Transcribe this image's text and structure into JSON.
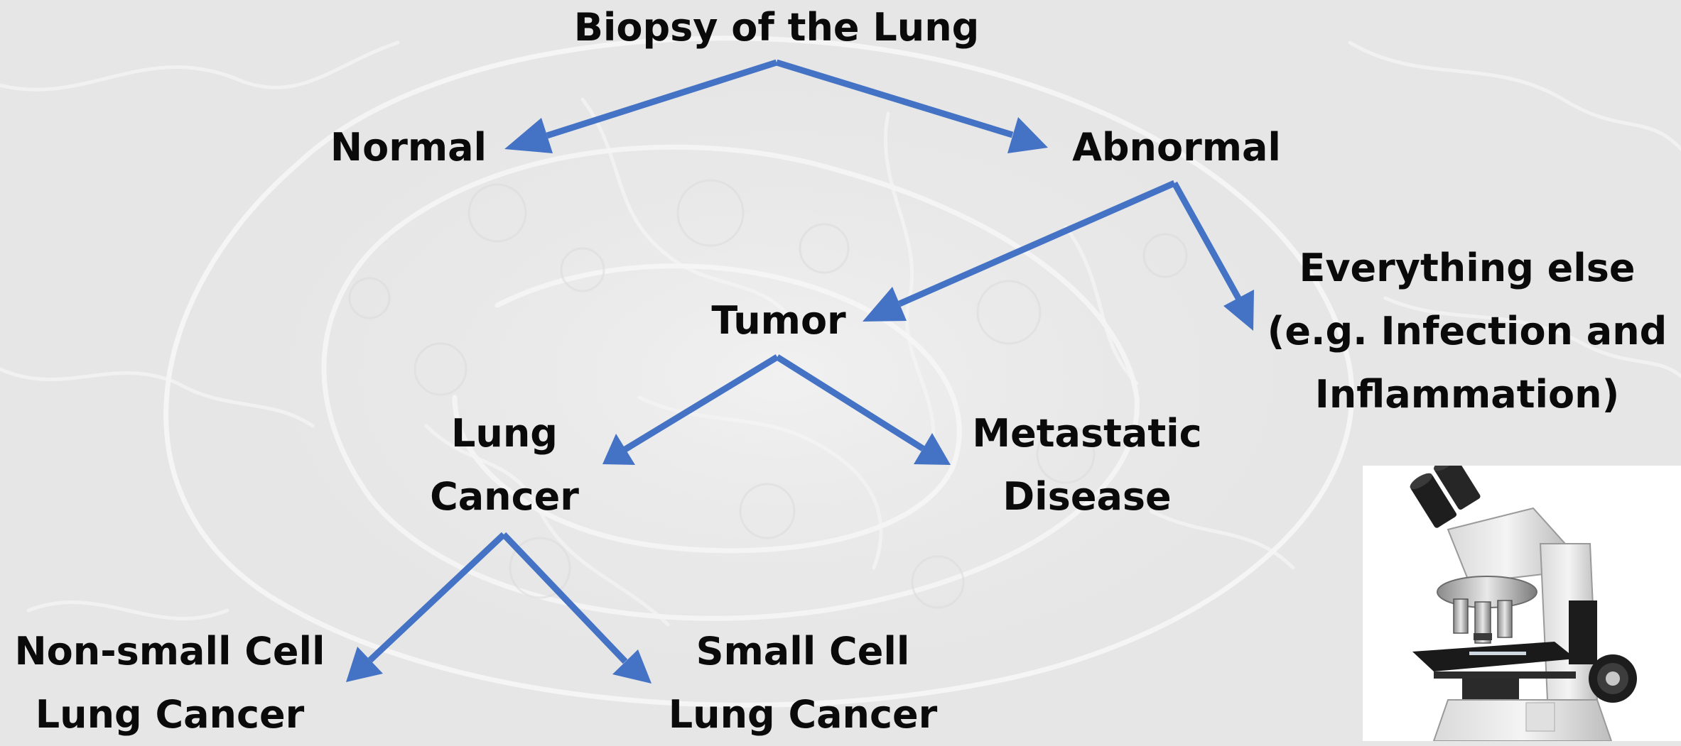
{
  "diagram": {
    "nodes": {
      "biopsy": {
        "lines": [
          "Biopsy of the Lung"
        ]
      },
      "normal": {
        "lines": [
          "Normal"
        ]
      },
      "abnormal": {
        "lines": [
          "Abnormal"
        ]
      },
      "tumor": {
        "lines": [
          "Tumor"
        ]
      },
      "everything_else": {
        "lines": [
          "Everything else",
          "(e.g. Infection and",
          "Inflammation)"
        ]
      },
      "lung_cancer": {
        "lines": [
          "Lung",
          "Cancer"
        ]
      },
      "metastatic": {
        "lines": [
          "Metastatic",
          "Disease"
        ]
      },
      "nsclc": {
        "lines": [
          "Non-small Cell",
          "Lung Cancer"
        ]
      },
      "sclc": {
        "lines": [
          "Small Cell",
          "Lung Cancer"
        ]
      }
    },
    "edges": [
      {
        "from": "biopsy",
        "to": "normal"
      },
      {
        "from": "biopsy",
        "to": "abnormal"
      },
      {
        "from": "abnormal",
        "to": "tumor"
      },
      {
        "from": "abnormal",
        "to": "everything_else"
      },
      {
        "from": "tumor",
        "to": "lung_cancer"
      },
      {
        "from": "tumor",
        "to": "metastatic"
      },
      {
        "from": "lung_cancer",
        "to": "nsclc"
      },
      {
        "from": "lung_cancer",
        "to": "sclc"
      }
    ],
    "colors": {
      "arrow": "#4472c4",
      "text": "#0a0a0a",
      "background": "#e6e6e6"
    },
    "images": {
      "background": "lung-tissue-texture",
      "corner": "microscope"
    }
  }
}
